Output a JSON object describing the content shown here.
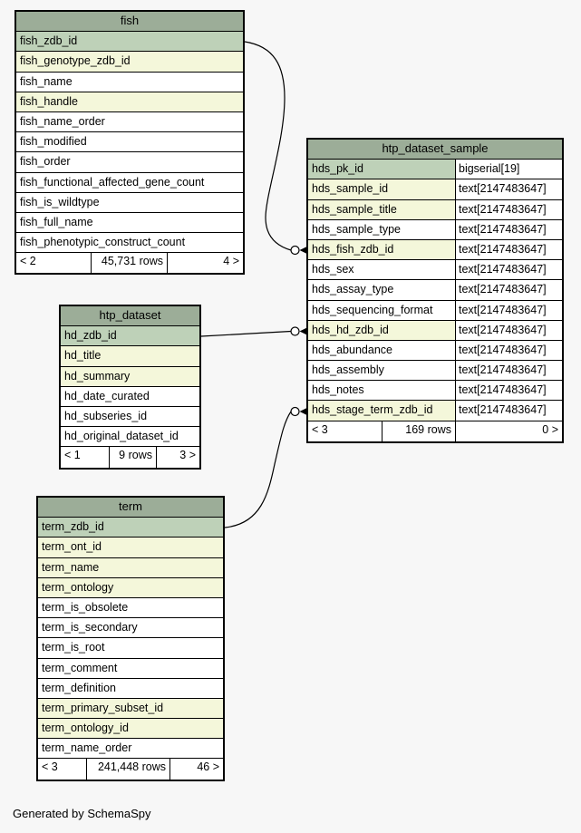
{
  "page": {
    "generated_by": "Generated by SchemaSpy"
  },
  "colors": {
    "page_background": "#f7f7f7",
    "table_header": "#9cad98",
    "primary_key_column": "#bed1b8",
    "indexed_column": "#f4f7da",
    "plain_column": "#ffffff",
    "border": "#000000"
  },
  "tables": {
    "fish": {
      "title": "fish",
      "columns": [
        {
          "name": "fish_zdb_id",
          "kind": "primary-key"
        },
        {
          "name": "fish_genotype_zdb_id",
          "kind": "indexed"
        },
        {
          "name": "fish_name",
          "kind": "plain"
        },
        {
          "name": "fish_handle",
          "kind": "indexed"
        },
        {
          "name": "fish_name_order",
          "kind": "plain"
        },
        {
          "name": "fish_modified",
          "kind": "plain"
        },
        {
          "name": "fish_order",
          "kind": "plain"
        },
        {
          "name": "fish_functional_affected_gene_count",
          "kind": "plain"
        },
        {
          "name": "fish_is_wildtype",
          "kind": "plain"
        },
        {
          "name": "fish_full_name",
          "kind": "plain"
        },
        {
          "name": "fish_phenotypic_construct_count",
          "kind": "plain"
        }
      ],
      "footer": {
        "prev": "< 2",
        "count": "45,731 rows",
        "next": "4 >"
      }
    },
    "htp_dataset_sample": {
      "title": "htp_dataset_sample",
      "columns": [
        {
          "name": "hds_pk_id",
          "type": "bigserial[19]",
          "kind": "primary-key"
        },
        {
          "name": "hds_sample_id",
          "type": "text[2147483647]",
          "kind": "indexed"
        },
        {
          "name": "hds_sample_title",
          "type": "text[2147483647]",
          "kind": "indexed"
        },
        {
          "name": "hds_sample_type",
          "type": "text[2147483647]",
          "kind": "plain"
        },
        {
          "name": "hds_fish_zdb_id",
          "type": "text[2147483647]",
          "kind": "indexed"
        },
        {
          "name": "hds_sex",
          "type": "text[2147483647]",
          "kind": "plain"
        },
        {
          "name": "hds_assay_type",
          "type": "text[2147483647]",
          "kind": "plain"
        },
        {
          "name": "hds_sequencing_format",
          "type": "text[2147483647]",
          "kind": "plain"
        },
        {
          "name": "hds_hd_zdb_id",
          "type": "text[2147483647]",
          "kind": "indexed"
        },
        {
          "name": "hds_abundance",
          "type": "text[2147483647]",
          "kind": "plain"
        },
        {
          "name": "hds_assembly",
          "type": "text[2147483647]",
          "kind": "plain"
        },
        {
          "name": "hds_notes",
          "type": "text[2147483647]",
          "kind": "plain"
        },
        {
          "name": "hds_stage_term_zdb_id",
          "type": "text[2147483647]",
          "kind": "indexed"
        }
      ],
      "footer": {
        "prev": "< 3",
        "count": "169 rows",
        "next": "0 >"
      }
    },
    "htp_dataset": {
      "title": "htp_dataset",
      "columns": [
        {
          "name": "hd_zdb_id",
          "kind": "primary-key"
        },
        {
          "name": "hd_title",
          "kind": "indexed"
        },
        {
          "name": "hd_summary",
          "kind": "indexed"
        },
        {
          "name": "hd_date_curated",
          "kind": "plain"
        },
        {
          "name": "hd_subseries_id",
          "kind": "plain"
        },
        {
          "name": "hd_original_dataset_id",
          "kind": "plain"
        }
      ],
      "footer": {
        "prev": "< 1",
        "count": "9 rows",
        "next": "3 >"
      }
    },
    "term": {
      "title": "term",
      "columns": [
        {
          "name": "term_zdb_id",
          "kind": "primary-key"
        },
        {
          "name": "term_ont_id",
          "kind": "indexed"
        },
        {
          "name": "term_name",
          "kind": "indexed"
        },
        {
          "name": "term_ontology",
          "kind": "indexed"
        },
        {
          "name": "term_is_obsolete",
          "kind": "plain"
        },
        {
          "name": "term_is_secondary",
          "kind": "plain"
        },
        {
          "name": "term_is_root",
          "kind": "plain"
        },
        {
          "name": "term_comment",
          "kind": "plain"
        },
        {
          "name": "term_definition",
          "kind": "plain"
        },
        {
          "name": "term_primary_subset_id",
          "kind": "indexed"
        },
        {
          "name": "term_ontology_id",
          "kind": "indexed"
        },
        {
          "name": "term_name_order",
          "kind": "plain"
        }
      ],
      "footer": {
        "prev": "< 3",
        "count": "241,448 rows",
        "next": "46 >"
      }
    }
  },
  "relationships": [
    {
      "from": "fish.fish_zdb_id",
      "to": "htp_dataset_sample.hds_fish_zdb_id"
    },
    {
      "from": "htp_dataset.hd_zdb_id",
      "to": "htp_dataset_sample.hds_hd_zdb_id"
    },
    {
      "from": "term.term_zdb_id",
      "to": "htp_dataset_sample.hds_stage_term_zdb_id"
    }
  ]
}
